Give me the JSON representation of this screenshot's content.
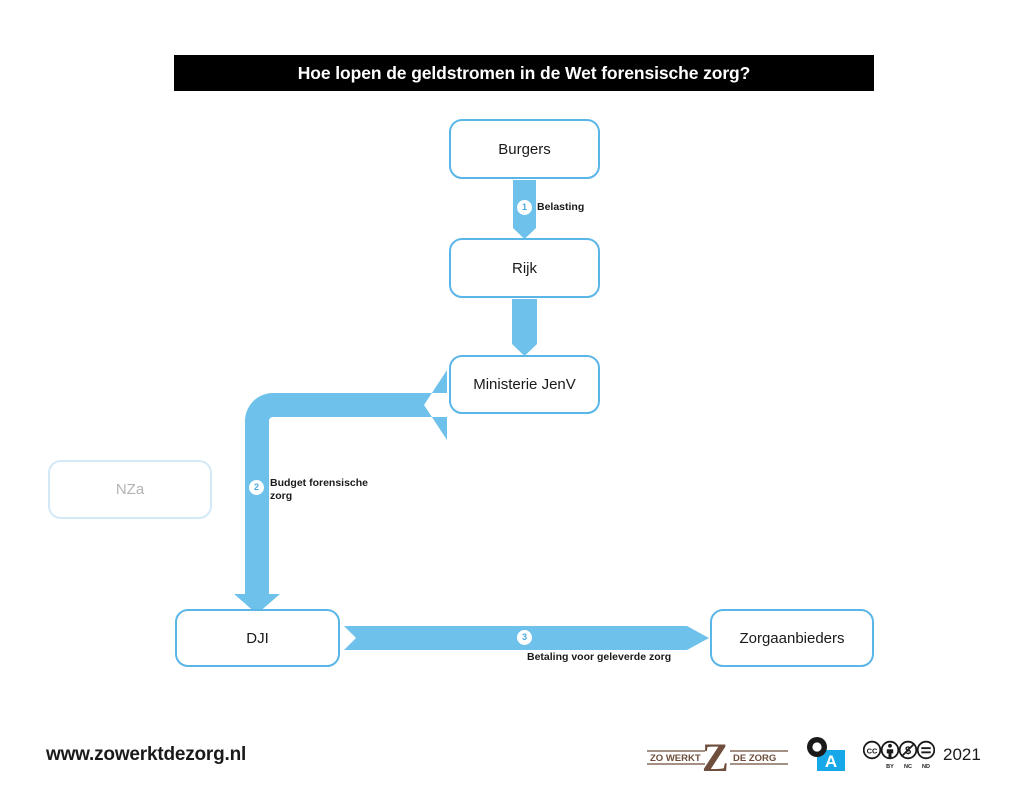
{
  "header": {
    "title": "Hoe lopen de geldstromen in de Wet forensische zorg?"
  },
  "nodes": [
    {
      "id": "burgers",
      "label": "Burgers",
      "state": "active"
    },
    {
      "id": "rijk",
      "label": "Rijk",
      "state": "active"
    },
    {
      "id": "ministerie",
      "label": "Ministerie JenV",
      "state": "active"
    },
    {
      "id": "nza",
      "label": "NZa",
      "state": "faded"
    },
    {
      "id": "dji",
      "label": "DJI",
      "state": "active"
    },
    {
      "id": "zorgaanbieders",
      "label": "Zorgaanbieders",
      "state": "active"
    }
  ],
  "flows": [
    {
      "number": "1",
      "label": "Belasting",
      "from": "Burgers",
      "to": "Rijk",
      "direction": "down"
    },
    {
      "number": "",
      "label": "",
      "from": "Rijk",
      "to": "Ministerie JenV",
      "direction": "down"
    },
    {
      "number": "2",
      "label": "Budget forensische zorg",
      "from": "Ministerie JenV",
      "to": "DJI",
      "direction": "left-down"
    },
    {
      "number": "3",
      "label": "Betaling voor geleverde zorg",
      "from": "DJI",
      "to": "Zorgaanbieders",
      "direction": "right"
    }
  ],
  "footer": {
    "url": "www.zowerktdezorg.nl",
    "logo_zwdz_left": "ZO WERKT",
    "logo_zwdz_mark": "Z",
    "logo_zwdz_right": "DE ZORG",
    "logo_oa_letter": "A",
    "license": "CC",
    "license_terms": [
      "BY",
      "NC",
      "ND"
    ],
    "year": "2021"
  },
  "colors": {
    "arrow_blue": "#6ec1ea",
    "border_blue": "#5bb6e8",
    "faded_border": "#d3e9f8",
    "faded_text": "#b3b3b3",
    "banner_bg": "#000000",
    "banner_text": "#ffffff",
    "logo_brown": "#6f4e3d",
    "oa_blue": "#16a8e8",
    "text_dark": "#1a1a1a"
  }
}
